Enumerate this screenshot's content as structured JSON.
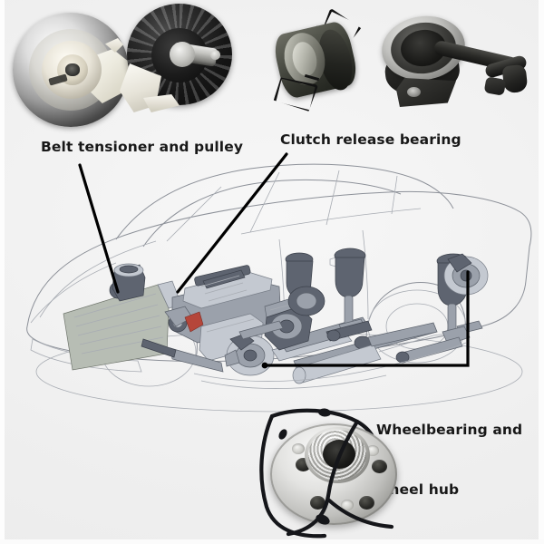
{
  "poster": {
    "background_color": "#f0f0f0",
    "type": "automotive-parts-infographic"
  },
  "labels": {
    "belt_tensioner": "Belt tensioner and pulley",
    "clutch_release": "Clutch release bearing",
    "wheel_bearing_line1": "Wheelbearing and",
    "wheel_bearing_line2": "wheel hub"
  },
  "photos": [
    {
      "id": "belt-tensioner-pulley",
      "name": "Belt tensioner and pulley",
      "position": "top-left",
      "description": "Silver metallic tensioner pulley with concentric rings and white cast arm"
    },
    {
      "id": "idler-pulley",
      "name": "Black ribbed idler pulley",
      "position": "top-left-center",
      "description": "Black finned pulley with steel bolt through the centre"
    },
    {
      "id": "clutch-release-bearing",
      "name": "Clutch release bearing",
      "position": "top-center",
      "description": "Dark cylindrical release bearing with two wire retaining clips"
    },
    {
      "id": "concentric-slave-cylinder",
      "name": "Concentric slave cylinder bearing",
      "position": "top-right",
      "description": "Bearing with rubber boot and black hydraulic pipe assembly"
    },
    {
      "id": "wheel-hub-bearing",
      "name": "Wheel bearing and wheel hub",
      "position": "bottom-center",
      "description": "Wheel hub flange with studs, bearing and ABS sensor cable loop"
    }
  ],
  "illustration": {
    "name": "car-chassis-cutaway",
    "description": "Grey line-art cutaway of a sedan showing engine, drivetrain, suspension struts and wheel hubs"
  },
  "leader_lines": [
    {
      "from_label": "belt_tensioner",
      "to_part": "engine-belt-drive"
    },
    {
      "from_label": "clutch_release",
      "to_part": "gearbox-bellhousing"
    },
    {
      "from_label": "wheel_bearing_line1",
      "to_part": "front-and-rear-wheel-hubs"
    }
  ],
  "colors": {
    "background": "#f0f0f0",
    "text": "#181818",
    "leader_line": "#000000",
    "illustration_line": "#8d9199",
    "accent_red": "#b5463a"
  }
}
